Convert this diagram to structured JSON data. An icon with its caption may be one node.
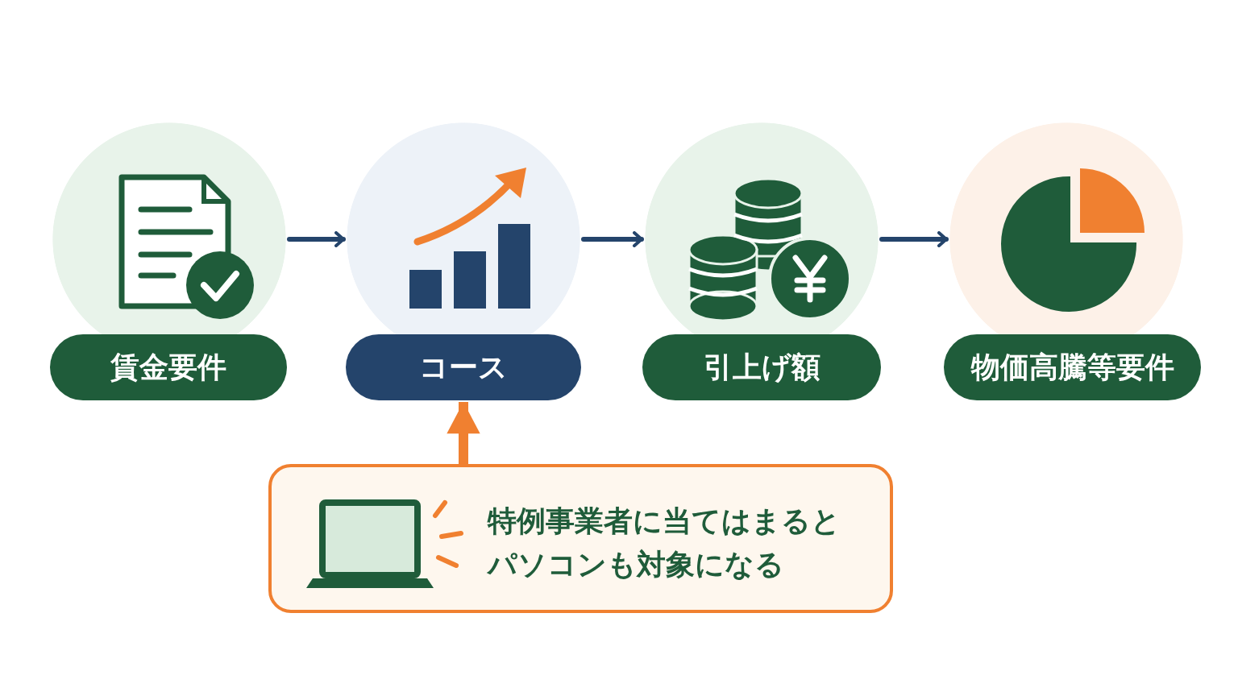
{
  "diagram": {
    "nodes": [
      {
        "text": [],
        "shape": "circle"
      },
      {
        "text": [
          "賃金要件"
        ]
      },
      {
        "text": [],
        "shape": "circle"
      },
      {
        "text": [
          "コース"
        ]
      },
      {
        "text": [],
        "shape": "circle"
      },
      {
        "text": [
          "引上げ額"
        ]
      },
      {
        "text": [],
        "shape": "circle"
      },
      {
        "text": [
          "物価高騰等要件"
        ]
      },
      {
        "text": [
          "特例事業者に当てはまるとパソコンも対象になる"
        ]
      }
    ],
    "edges": [
      {
        "from": 0,
        "to": 2,
        "arrow": "to"
      },
      {
        "from": 2,
        "to": 4,
        "arrow": "to"
      },
      {
        "from": 4,
        "to": 6,
        "arrow": "to"
      },
      {
        "from": 8,
        "to": 3,
        "arrow": "to",
        "style": "thick",
        "color": "#f08030"
      }
    ]
  }
}
